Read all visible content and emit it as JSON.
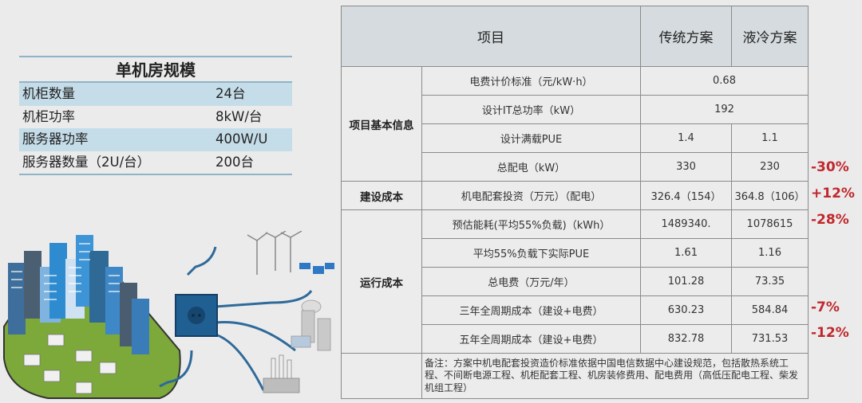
{
  "spec": {
    "title": "单机房规模",
    "rows": [
      {
        "label": "机柜数量",
        "value": "24台"
      },
      {
        "label": "机柜功率",
        "value": "8kW/台"
      },
      {
        "label": "服务器功率",
        "value": "400W/U"
      },
      {
        "label": "服务器数量（2U/台）",
        "value": "200台"
      }
    ]
  },
  "illustration": {
    "description": "Smart city with power sources (wind turbines, solar panels, power plants) connected to a power socket"
  },
  "table": {
    "headers": {
      "item": "项目",
      "traditional": "传统方案",
      "liquid": "液冷方案"
    },
    "groups": {
      "basic": "项目基本信息",
      "construction": "建设成本",
      "operation": "运行成本"
    },
    "rows": [
      {
        "item": "电费计价标准（元/kW·h）",
        "merged": "0.68"
      },
      {
        "item": "设计IT总功率（kW）",
        "merged": "192"
      },
      {
        "item": "设计满载PUE",
        "traditional": "1.4",
        "liquid": "1.1"
      },
      {
        "item": "总配电（kW）",
        "traditional": "330",
        "liquid": "230"
      },
      {
        "item": "机电配套投资（万元）（配电）",
        "traditional": "326.4（154）",
        "liquid": "364.8（106）"
      },
      {
        "item": "预估能耗(平均55%负载)（kWh）",
        "traditional": "1489340.",
        "liquid": "1078615"
      },
      {
        "item": "平均55%负载下实际PUE",
        "traditional": "1.61",
        "liquid": "1.16"
      },
      {
        "item": "总电费（万元/年）",
        "traditional": "101.28",
        "liquid": "73.35"
      },
      {
        "item": "三年全周期成本（建设+电费）",
        "traditional": "630.23",
        "liquid": "584.84"
      },
      {
        "item": "五年全周期成本（建设+电费）",
        "traditional": "832.78",
        "liquid": "731.53"
      }
    ],
    "note": "备注：方案中机电配套投资造价标准依据中国电信数据中心建设规范，包括散热系统工程、不间断电源工程、机柜配套工程、机房装修费用、配电费用（高低压配电工程、柴发机组工程）"
  },
  "deltas": [
    {
      "row": "总配电",
      "value": "-30%"
    },
    {
      "row": "机电配套投资",
      "value": "+12%"
    },
    {
      "row": "预估能耗",
      "value": "-28%"
    },
    {
      "row": "三年全周期成本",
      "value": "-7%"
    },
    {
      "row": "五年全周期成本",
      "value": "-12%"
    }
  ],
  "colors": {
    "delta": "#c0282d",
    "header_bg": "#d5dbde",
    "spec_shade": "#c5dde9"
  }
}
